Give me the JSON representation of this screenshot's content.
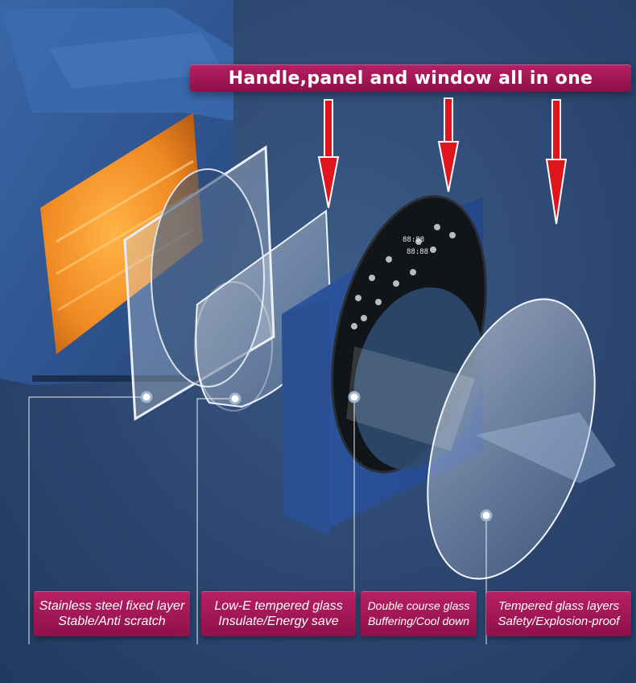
{
  "title": "Handle,panel and window all in one",
  "panel_buttons": [
    "88:88",
    "88:88"
  ],
  "labels": [
    {
      "line1": "Stainless steel fixed layer",
      "line2": "Stable/Anti scratch"
    },
    {
      "line1": "Low-E tempered glass",
      "line2": "Insulate/Energy save"
    },
    {
      "line1": "Double course glass",
      "line2": "Buffering/Cool down"
    },
    {
      "line1": "Tempered glass layers",
      "line2": "Safety/Explosion-proof"
    }
  ],
  "colors": {
    "background": "#2c4670",
    "banner": "#a5185a",
    "arrow": "#e0141c",
    "oven_body": "#2f5694",
    "oven_glow": "#f29a2e"
  }
}
